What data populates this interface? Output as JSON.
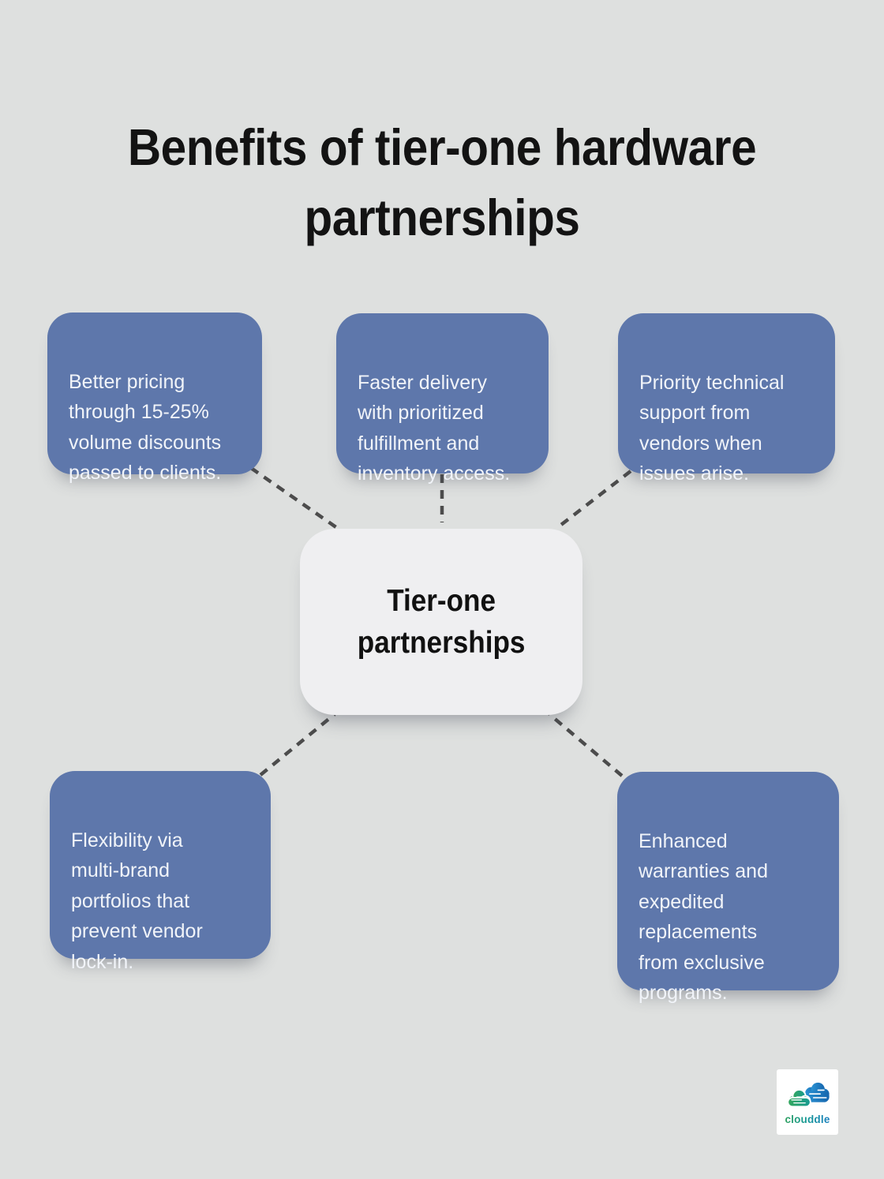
{
  "header": {
    "title": "Benefits of tier-one hardware\npartnerships"
  },
  "center": {
    "label": "Tier-one\npartnerships"
  },
  "benefits": [
    {
      "position": "top-left",
      "text": "Better pricing\nthrough 15-25%\nvolume discounts\npassed to clients."
    },
    {
      "position": "top-middle",
      "text": "Faster delivery\nwith prioritized\nfulfillment and\ninventory access."
    },
    {
      "position": "top-right",
      "text": "Priority technical\nsupport from\nvendors when\nissues arise."
    },
    {
      "position": "bottom-left",
      "text": "Flexibility via\nmulti-brand\nportfolios that\nprevent vendor\nlock-in."
    },
    {
      "position": "bottom-right",
      "text": "Enhanced\nwarranties and\nexpedited\nreplacements\nfrom exclusive\nprograms."
    }
  ],
  "edges": [
    {
      "from": "center",
      "to": "top-left"
    },
    {
      "from": "center",
      "to": "top-middle"
    },
    {
      "from": "center",
      "to": "top-right"
    },
    {
      "from": "center",
      "to": "bottom-left"
    },
    {
      "from": "center",
      "to": "bottom-right"
    }
  ],
  "logo": {
    "name": "clouddle"
  },
  "colors": {
    "background": "#dee0df",
    "benefit_card": "#5e77ab",
    "benefit_text": "#f1f4f9",
    "center_card": "#efeff1",
    "title_text": "#131313",
    "connector": "#4c4c4c",
    "logo_green": "#2fa05f",
    "logo_blue": "#1a7fc0"
  }
}
